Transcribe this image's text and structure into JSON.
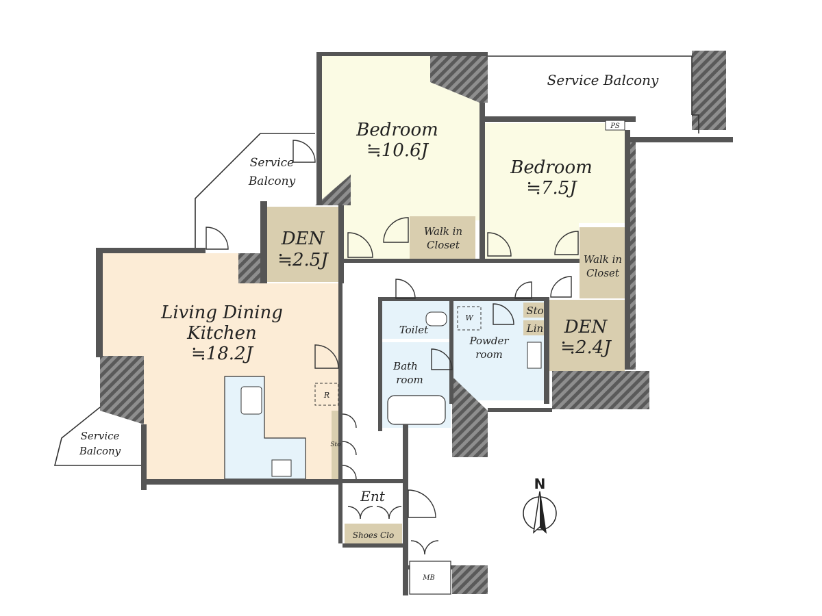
{
  "rooms": {
    "bedroom1": {
      "name": "Bedroom",
      "size": "≒10.6J"
    },
    "bedroom2": {
      "name": "Bedroom",
      "size": "≒7.5J"
    },
    "den1": {
      "name": "DEN",
      "size": "≒2.5J"
    },
    "den2": {
      "name": "DEN",
      "size": "≒2.4J"
    },
    "ldk": {
      "name_line1": "Living Dining",
      "name_line2": "Kitchen",
      "size": "≒18.2J"
    },
    "walkin1": {
      "line1": "Walk in",
      "line2": "Closet"
    },
    "walkin2": {
      "line1": "Walk in",
      "line2": "Closet"
    },
    "toilet": "Toilet",
    "powder": {
      "line1": "Powder",
      "line2": "room"
    },
    "bath": {
      "line1": "Bath",
      "line2": "room"
    },
    "entrance": "Ent",
    "shoes": "Shoes Clo",
    "sto_small": "Sto",
    "sto_right": "Sto",
    "lin": "Lin",
    "w": "W",
    "r": "R",
    "ps": "PS",
    "mb": "MB"
  },
  "balconies": {
    "top": "Service Balcony",
    "mid_line1": "Service",
    "mid_line2": "Balcony",
    "left_line1": "Service",
    "left_line2": "Balcony"
  },
  "compass": {
    "label": "N"
  },
  "colors": {
    "bedroom": "#fbfbe4",
    "den": "#d9ceaf",
    "ldk": "#fcecd6",
    "wet": "#e6f3fa",
    "wall": "#555555"
  }
}
